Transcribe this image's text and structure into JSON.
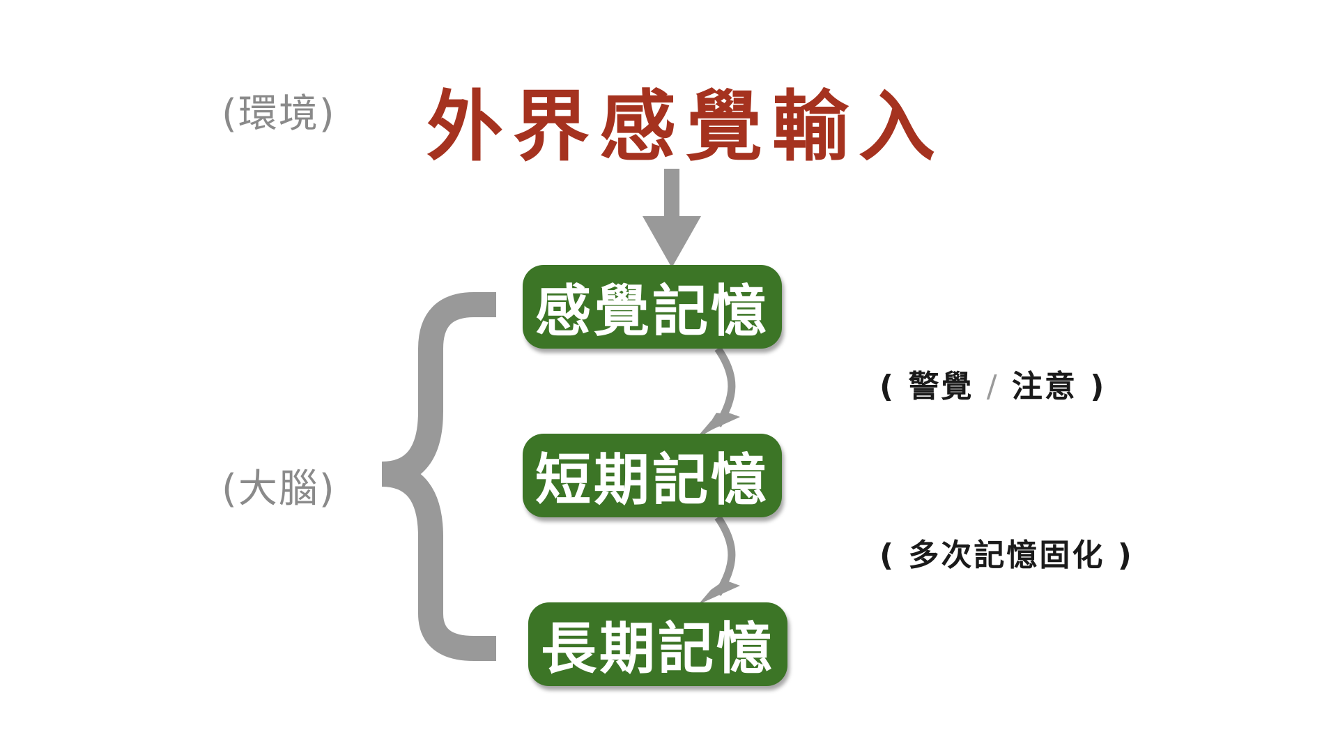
{
  "environment_label": "(環境)",
  "brain_label": "(大腦)",
  "title": "外界感覺輸入",
  "boxes": {
    "sensory": "感覺記憶",
    "short_term": "短期記憶",
    "long_term": "長期記憶"
  },
  "notes": {
    "attention_open": "(",
    "attention_a": "警覺",
    "attention_slash": "/",
    "attention_b": "注意",
    "attention_close": ")",
    "consolidation": "( 多次記憶固化 )"
  },
  "colors": {
    "title": "#a5321f",
    "box_fill": "#3c7526",
    "arrow": "#999999",
    "bracket": "#999999",
    "side_label": "#8a8a8a"
  }
}
